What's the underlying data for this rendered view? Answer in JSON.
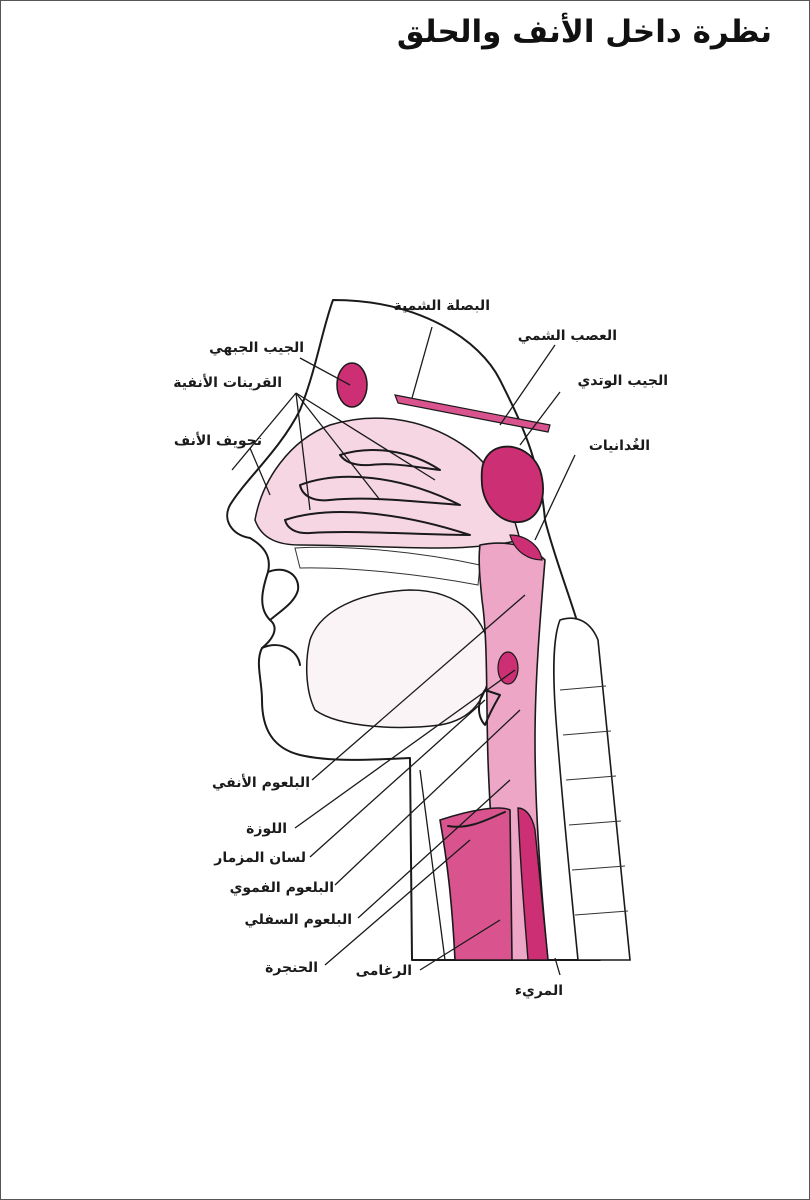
{
  "title": "نظرة داخل الأنف والحلق",
  "colors": {
    "pink_light": "#f7d6e4",
    "pink_mid": "#eda6c6",
    "pink_dark": "#d9548f",
    "magenta": "#cc2f74",
    "outline": "#1a1a1a"
  },
  "labels": {
    "olfactory_bulb": "البصلة الشمية",
    "olfactory_nerve": "العصب الشمي",
    "frontal_sinus": "الجيب الجبهي",
    "nasal_conchae": "القرينات الأنفية",
    "sphenoid_sinus": "الجيب الوتدي",
    "nasal_cavity": "تجويف الأنف",
    "adenoids": "الغُدانيات",
    "nasopharynx": "البلعوم الأنفي",
    "tonsil": "اللوزة",
    "epiglottis": "لسان المزمار",
    "oropharynx": "البلعوم الفموي",
    "laryngopharynx": "البلعوم السفلي",
    "larynx": "الحنجرة",
    "trachea": "الرغامى",
    "esophagus": "المريء"
  }
}
